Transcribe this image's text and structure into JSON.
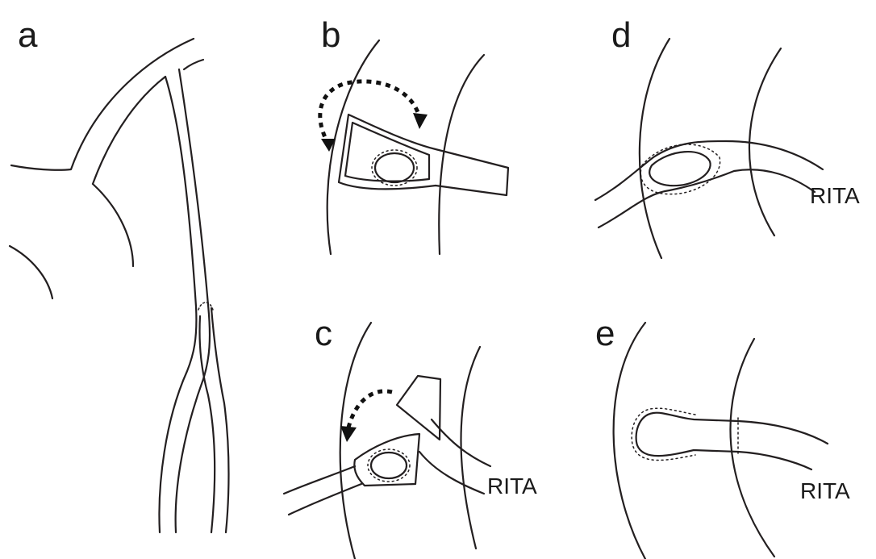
{
  "panels": {
    "a": {
      "letter": "a"
    },
    "b": {
      "letter": "b"
    },
    "c": {
      "letter": "c",
      "vessel_label": "RITA"
    },
    "d": {
      "letter": "d",
      "vessel_label": "RITA"
    },
    "e": {
      "letter": "e",
      "vessel_label": "RITA"
    }
  },
  "colors": {
    "line": "#231f20",
    "background": "#ffffff"
  }
}
